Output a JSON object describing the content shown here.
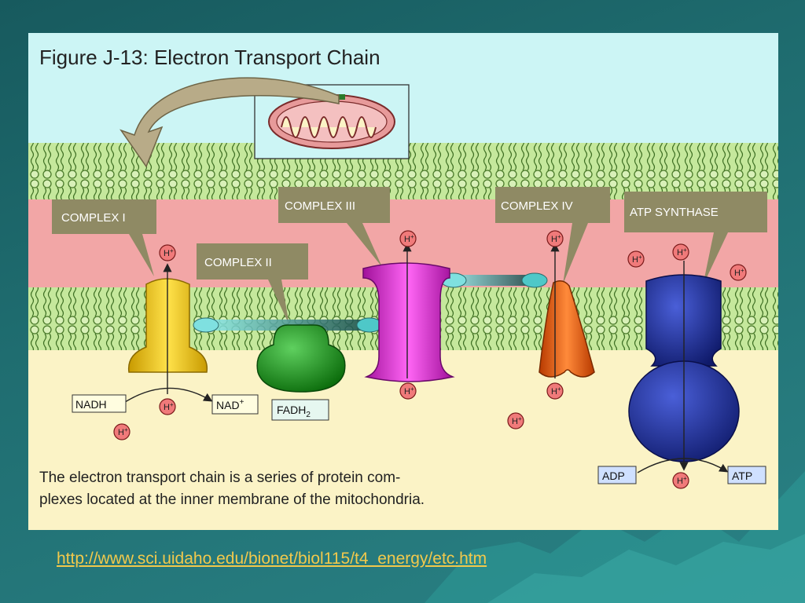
{
  "figure": {
    "title": "Figure J-13: Electron Transport Chain",
    "caption_line1": "The electron transport chain is a series of protein com-",
    "caption_line2": "plexes located at the inner membrane of the mitochondria.",
    "complexes": {
      "complex1": "COMPLEX I",
      "complex2": "COMPLEX II",
      "complex3": "COMPLEX III",
      "complex4": "COMPLEX IV",
      "atp_synthase": "ATP SYNTHASE"
    },
    "molecules": {
      "nadh": "NADH",
      "nad": "NAD",
      "nad_sup": "+",
      "fadh": "FADH",
      "fadh_sub": "2",
      "adp": "ADP",
      "atp": "ATP"
    },
    "proton": "H",
    "proton_sup": "+"
  },
  "source_link": "http://www.sci.uidaho.edu/bionet/biol115/t4_energy/etc.htm",
  "colors": {
    "background": "#1f6d70",
    "sky": "#ccf5f5",
    "intermembrane": "#f2a6a6",
    "matrix": "#fbf3c6",
    "membrane_green": "#bfe59a",
    "label_box": "#8f8a64",
    "complex1": "#f5d100",
    "complex2": "#1f9a1f",
    "complex3": "#e02ad8",
    "complex4": "#e8641a",
    "atp_synthase": "#1f2f9a",
    "link": "#f2c94c"
  },
  "icons": [
    "proton-icon",
    "mitochondrion-icon",
    "curved-arrow-icon"
  ]
}
